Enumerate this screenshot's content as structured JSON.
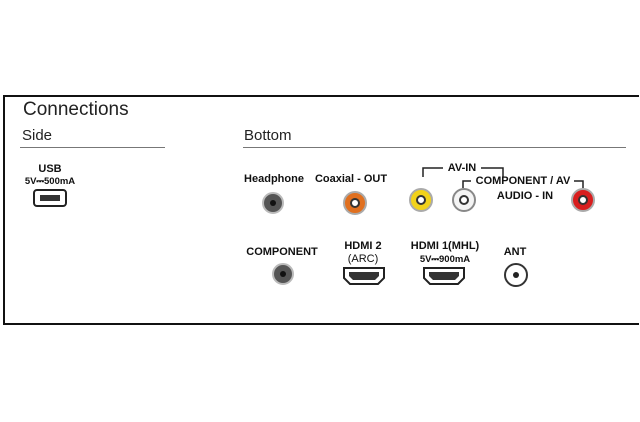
{
  "title": "Connections",
  "sections": {
    "side": "Side",
    "bottom": "Bottom"
  },
  "side": {
    "usb_label": "USB",
    "usb_spec": "5V⎓500mA"
  },
  "bottom": {
    "headphone": "Headphone",
    "coaxial": "Coaxial - OUT",
    "av_in": "AV-IN",
    "component_av": "COMPONENT / AV",
    "audio_in": "AUDIO - IN",
    "component": "COMPONENT",
    "hdmi2": "HDMI 2",
    "hdmi2_sub": "(ARC)",
    "hdmi1": "HDMI 1(MHL)",
    "hdmi1_spec": "5V⎓900mA",
    "ant": "ANT"
  },
  "colors": {
    "coaxial": "#e07020",
    "yellow": "#f2d21a",
    "red": "#d81e1e",
    "white": "#f4f4f4",
    "black": "#333333"
  }
}
